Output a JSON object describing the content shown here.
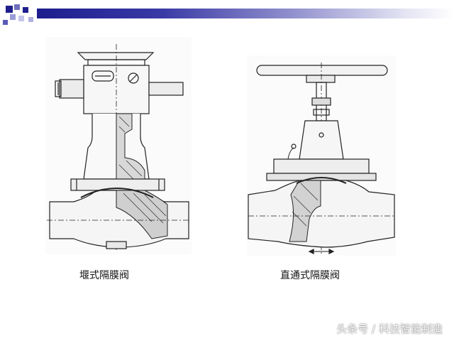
{
  "figures": [
    {
      "caption": "堰式隔膜阀"
    },
    {
      "caption": "直通式隔膜阀"
    }
  ],
  "watermark": "头条号 / 科技智能制造",
  "colors": {
    "header_bar": "#1d1d8e",
    "header_squares": "#1f1f8c",
    "caption_text": "#111111",
    "drawing_line": "#222222"
  },
  "icons": [
    "header-square-icon"
  ]
}
